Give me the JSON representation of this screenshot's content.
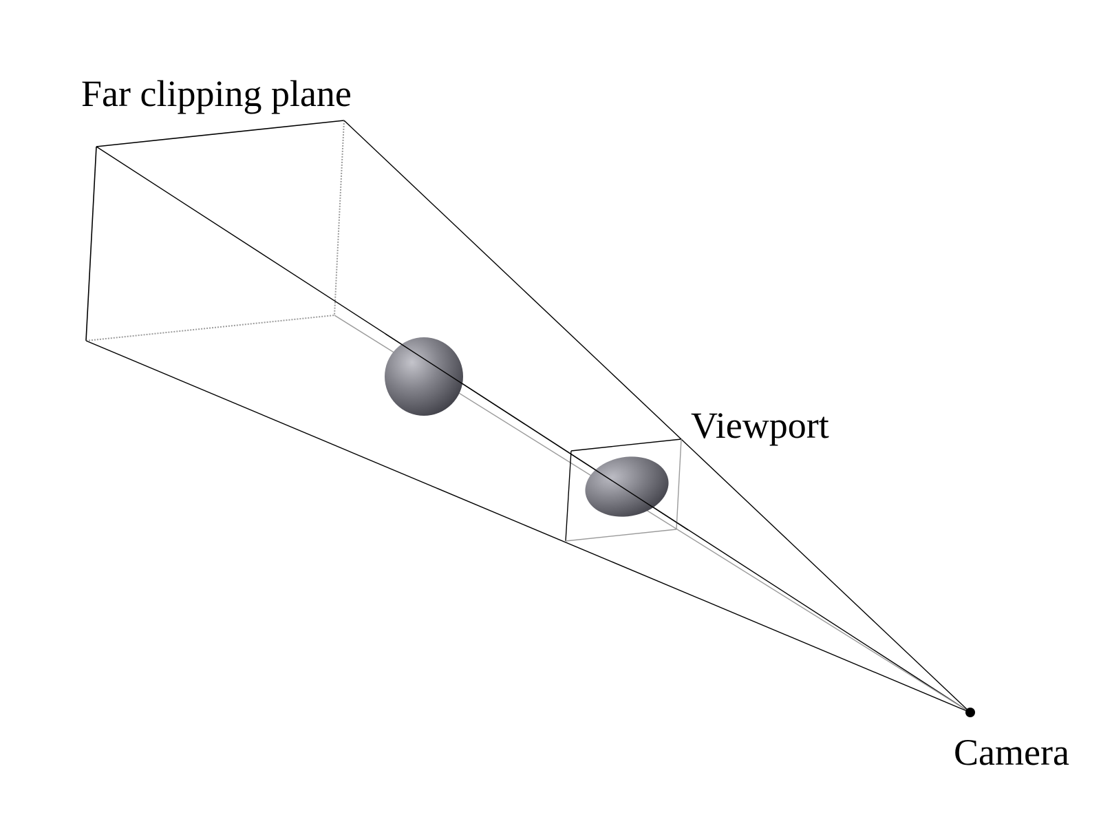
{
  "labels": {
    "far_plane": "Far clipping plane",
    "viewport": "Viewport",
    "camera": "Camera"
  },
  "colors": {
    "background": "#ffffff",
    "line_primary": "#000000",
    "line_secondary": "#9a9a9a",
    "sphere_light": "#b9b9c0",
    "sphere_mid": "#808088",
    "sphere_dark": "#45454d"
  }
}
